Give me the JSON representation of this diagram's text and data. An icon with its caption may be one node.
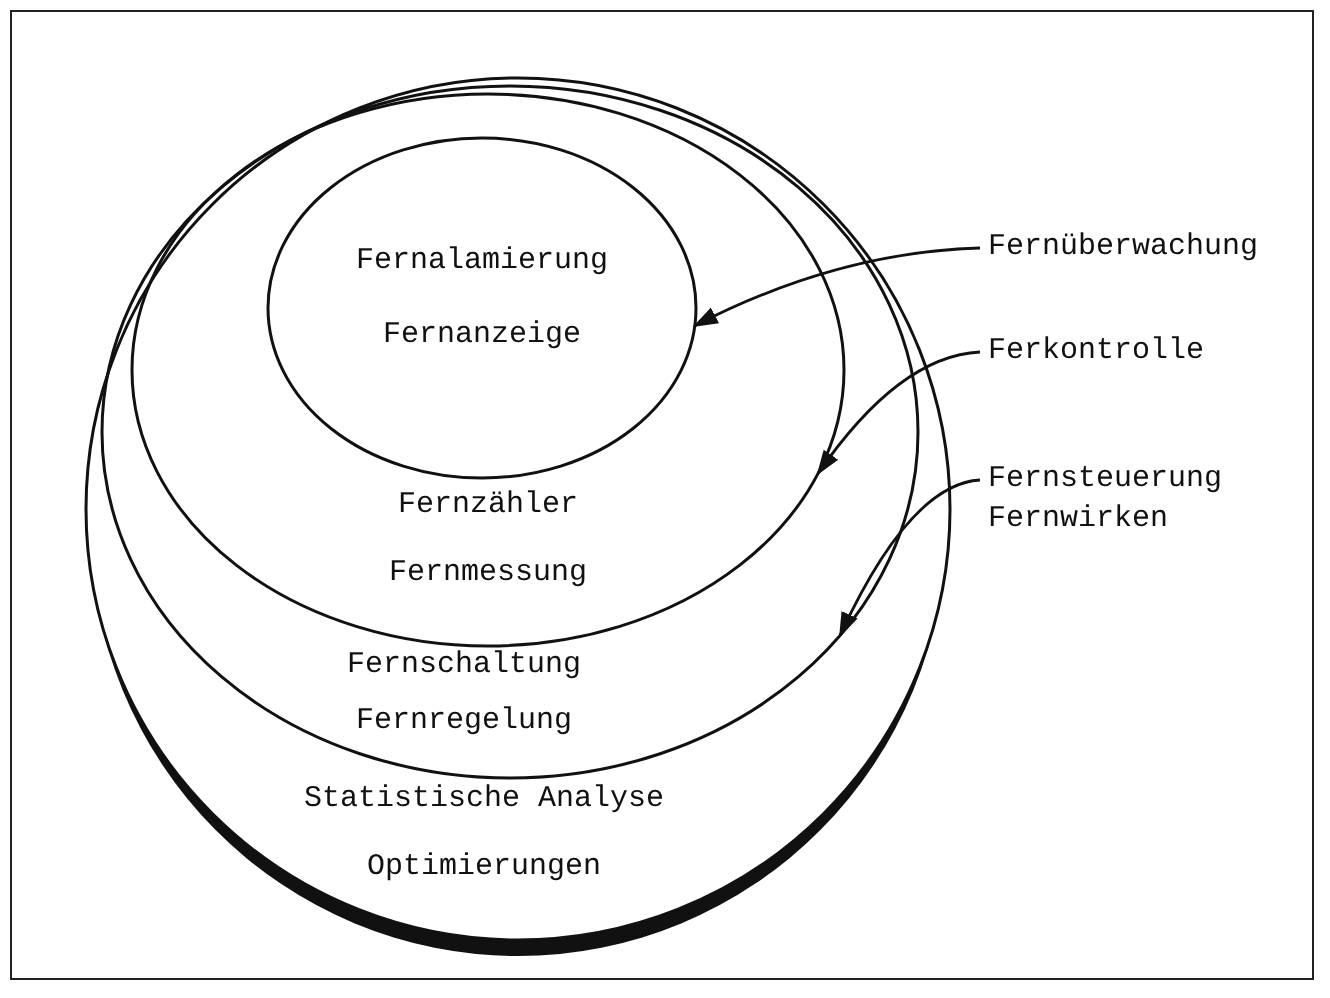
{
  "diagram": {
    "nodes": [
      {
        "text": [
          "Statistische Analyse",
          "Optimierungen"
        ]
      },
      {
        "text": [
          "Fernschaltung",
          "Fernregelung"
        ],
        "in": 0
      },
      {
        "text": [
          "Fernzähler",
          "Fernmessung"
        ],
        "in": 1
      },
      {
        "text": [
          "Fernalamierung",
          "Fernanzeige"
        ],
        "in": 2
      },
      {
        "text": [
          "Fernüberwachung"
        ]
      },
      {
        "text": [
          "Ferkontrolle"
        ]
      },
      {
        "text": [
          "Fernsteuerung",
          "Fernwirken"
        ]
      }
    ],
    "edges": [
      {
        "from": 4,
        "to": 3,
        "arrow": "to"
      },
      {
        "from": 5,
        "to": 2,
        "arrow": "to"
      },
      {
        "from": 6,
        "to": 1,
        "arrow": "to"
      }
    ]
  }
}
